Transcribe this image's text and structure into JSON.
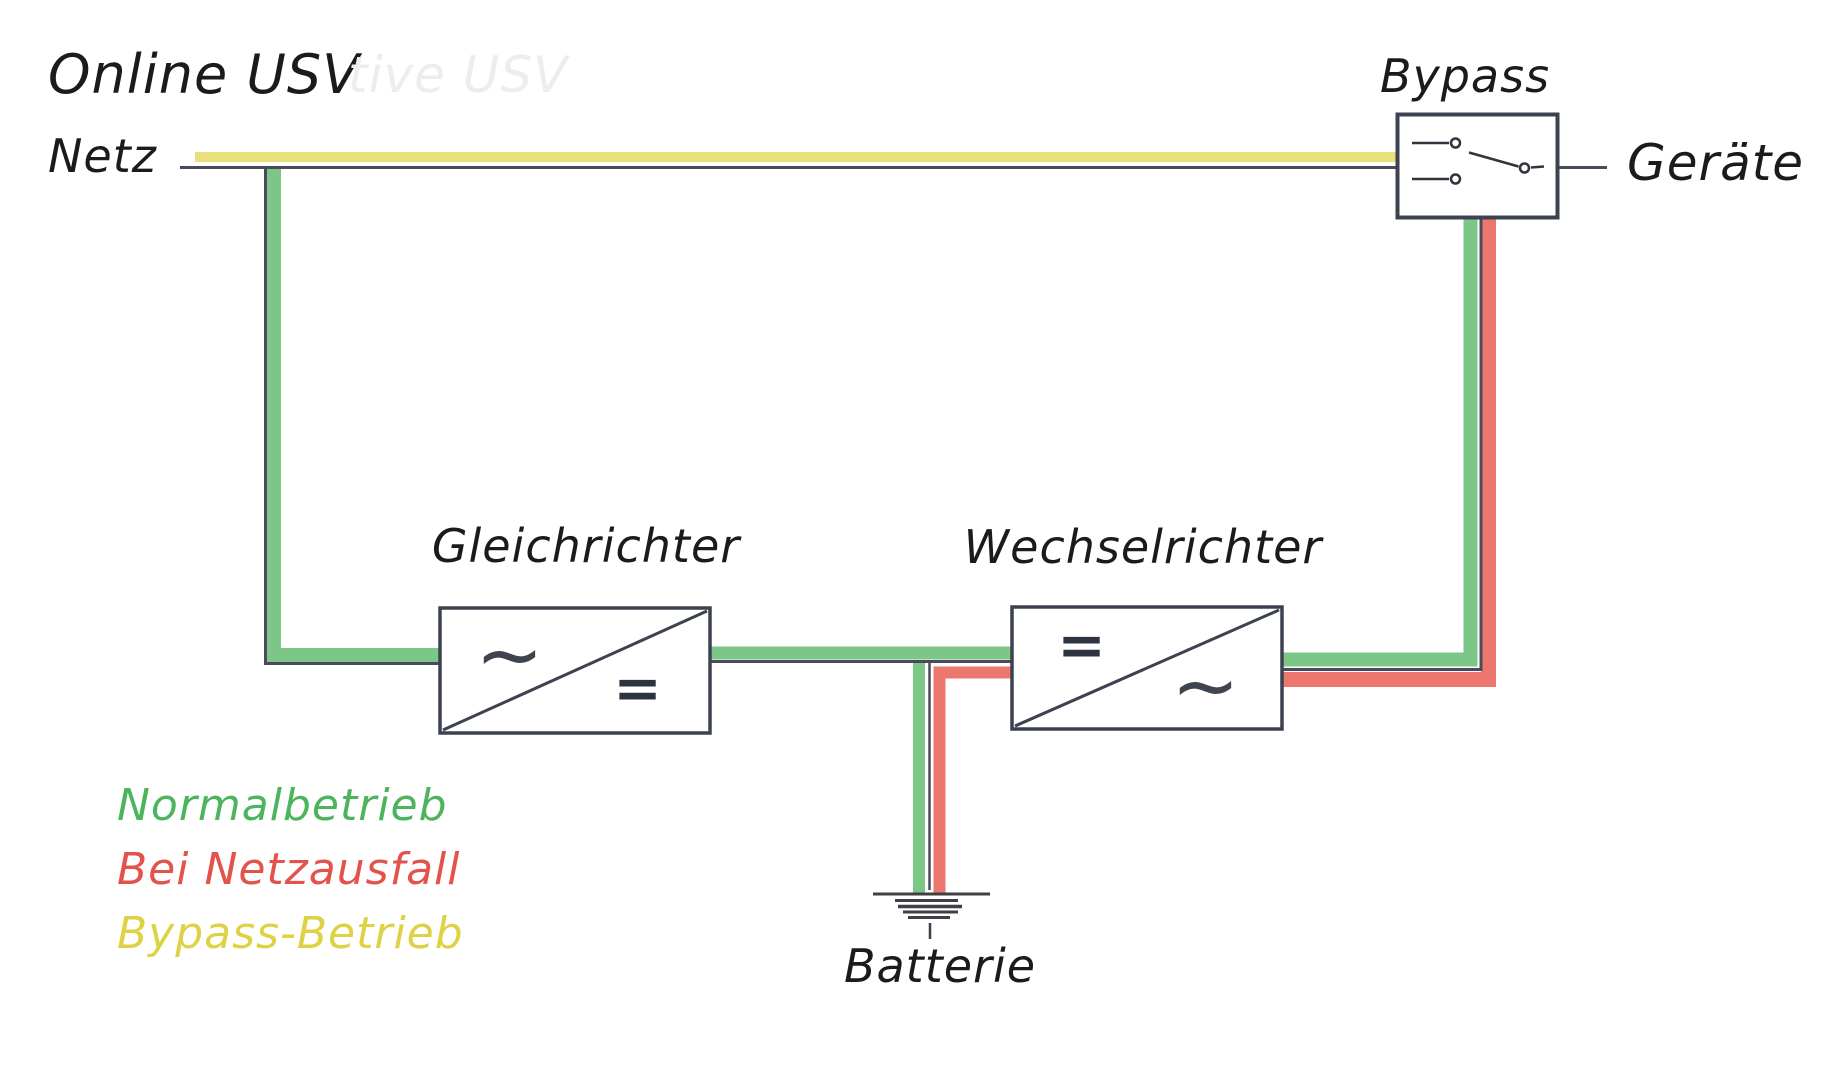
{
  "diagram": {
    "title": "Online USV",
    "ghost_text": "tive USV",
    "nodes": {
      "netz": "Netz",
      "geraete": "Geräte",
      "bypass": "Bypass",
      "gleichrichter": "Gleichrichter",
      "wechselrichter": "Wechselrichter",
      "batterie": "Batterie"
    },
    "symbols": {
      "ac": "~",
      "dc": "="
    },
    "legend": [
      {
        "label": "Normalbetrieb",
        "color": "#4cb45c"
      },
      {
        "label": "Bei Netzausfall",
        "color": "#e2534b"
      },
      {
        "label": "Bypass-Betrieb",
        "color": "#ddd243"
      }
    ],
    "colors": {
      "normal_path": "#7cc787",
      "failure_path": "#ec776e",
      "bypass_path": "#e9e07b",
      "wire": "#4a4a5a",
      "box_border": "#3c4250",
      "text": "#1b1b1b"
    }
  }
}
